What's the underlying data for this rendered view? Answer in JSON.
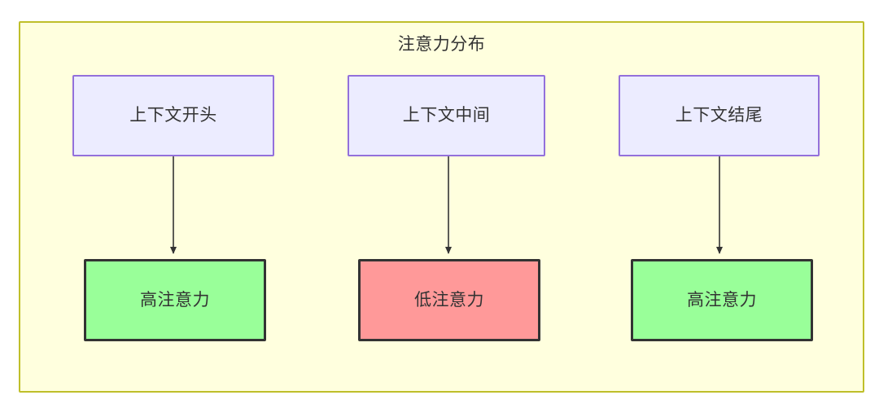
{
  "diagram": {
    "title": "注意力分布",
    "type": "flowchart",
    "container": {
      "fill": "#ffffde",
      "border": "#bfbf2a"
    },
    "palette": {
      "context_fill": "#ececff",
      "context_border": "#9370db",
      "high_fill": "#99ff99",
      "low_fill": "#ff9999",
      "node_border_dark": "#333333",
      "edge": "#333333",
      "text": "#333333"
    },
    "nodes": [
      {
        "id": "ctx-start",
        "label": "上下文开头",
        "row": "top",
        "style": "context"
      },
      {
        "id": "ctx-middle",
        "label": "上下文中间",
        "row": "top",
        "style": "context"
      },
      {
        "id": "ctx-end",
        "label": "上下文结尾",
        "row": "top",
        "style": "context"
      },
      {
        "id": "attn-1",
        "label": "高注意力",
        "row": "bottom",
        "style": "high"
      },
      {
        "id": "attn-2",
        "label": "低注意力",
        "row": "bottom",
        "style": "low"
      },
      {
        "id": "attn-3",
        "label": "高注意力",
        "row": "bottom",
        "style": "high"
      }
    ],
    "edges": [
      {
        "from": "ctx-start",
        "to": "attn-1",
        "arrow": "filled-triangle"
      },
      {
        "from": "ctx-middle",
        "to": "attn-2",
        "arrow": "filled-triangle"
      },
      {
        "from": "ctx-end",
        "to": "attn-3",
        "arrow": "filled-triangle"
      }
    ]
  }
}
